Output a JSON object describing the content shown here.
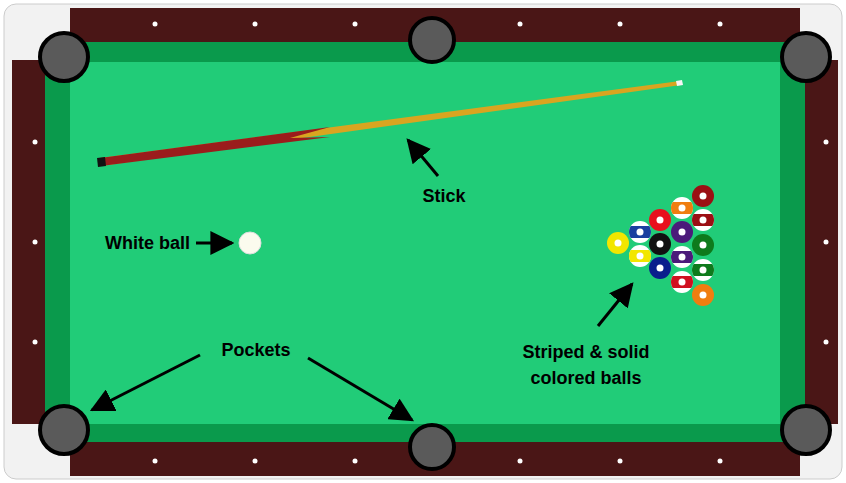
{
  "diagram": {
    "labels": [
      "Stick",
      "White ball",
      "Pockets",
      "Striped & solid colored balls"
    ]
  }
}
